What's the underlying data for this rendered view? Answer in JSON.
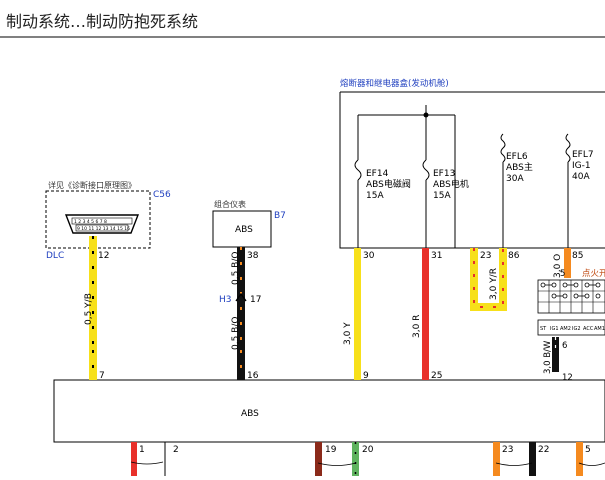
{
  "header": {
    "title": "制动系统…制动防抱死系统"
  },
  "fusebox": {
    "title": "熔断器和继电器盒(发动机舱)",
    "ef14": {
      "name": "EF14",
      "desc": "ABS电磁阀",
      "rating": "15A"
    },
    "ef13": {
      "name": "EF13",
      "desc": "ABS电机",
      "rating": "15A"
    },
    "efl6": {
      "name": "EFL6",
      "desc": "ABS主",
      "rating": "30A"
    },
    "efl7": {
      "name": "EFL7",
      "desc": "IG-1",
      "rating": "40A"
    }
  },
  "dlc": {
    "ref": "详见《诊断接口原理图》",
    "connector": "C56",
    "name": "DLC",
    "pin": "12",
    "pins_top": "1 2 3 4 5 6 7 8",
    "pins_bottom": "9 10 11 12 13 14 15 16"
  },
  "cluster": {
    "ref": "组合仪表",
    "connector": "B7",
    "label": "ABS",
    "pin": "38"
  },
  "splice": {
    "name": "H3",
    "pin": "17"
  },
  "ignition": {
    "label": "点火开",
    "pin_top": "5",
    "pin_bw": "6",
    "pin_bottom": "12",
    "positions": [
      "ST",
      "IG1",
      "AM2",
      "IG2",
      "ACC",
      "AM1"
    ]
  },
  "abs_module": {
    "label": "ABS"
  },
  "wires": [
    {
      "id": "w7",
      "label": "0,5 Y/B",
      "top_pin": "12",
      "bottom_pin": "7",
      "color": "#f7e01a"
    },
    {
      "id": "w16",
      "label": "0,5 B/O",
      "top_pin": "38",
      "bottom_pin": "16",
      "color": "#111111"
    },
    {
      "id": "w9",
      "label": "3,0 Y",
      "top_pin": "30",
      "bottom_pin": "9",
      "color": "#f7e01a"
    },
    {
      "id": "w25",
      "label": "3,0 R",
      "top_pin": "31",
      "bottom_pin": "25",
      "color": "#e8302a"
    },
    {
      "id": "w23",
      "label": "3,0 Y/R",
      "top_pin": "23",
      "top_pin_2": "86",
      "color": "#f7e01a"
    },
    {
      "id": "w85",
      "label": "3,0 O",
      "top_pin": "85",
      "color": "#f58a1f"
    },
    {
      "id": "wbw",
      "label": "3,0 B/W"
    }
  ],
  "bottom_pins": [
    "1",
    "2",
    "19",
    "20",
    "23",
    "22",
    "5"
  ],
  "colors": {
    "yellow": "#f7e01a",
    "red": "#e8302a",
    "black": "#111111",
    "orange": "#f58a1f",
    "green": "#5fb35f",
    "darkred": "#8b2a1a",
    "connector_label": "#1f3fbf"
  }
}
